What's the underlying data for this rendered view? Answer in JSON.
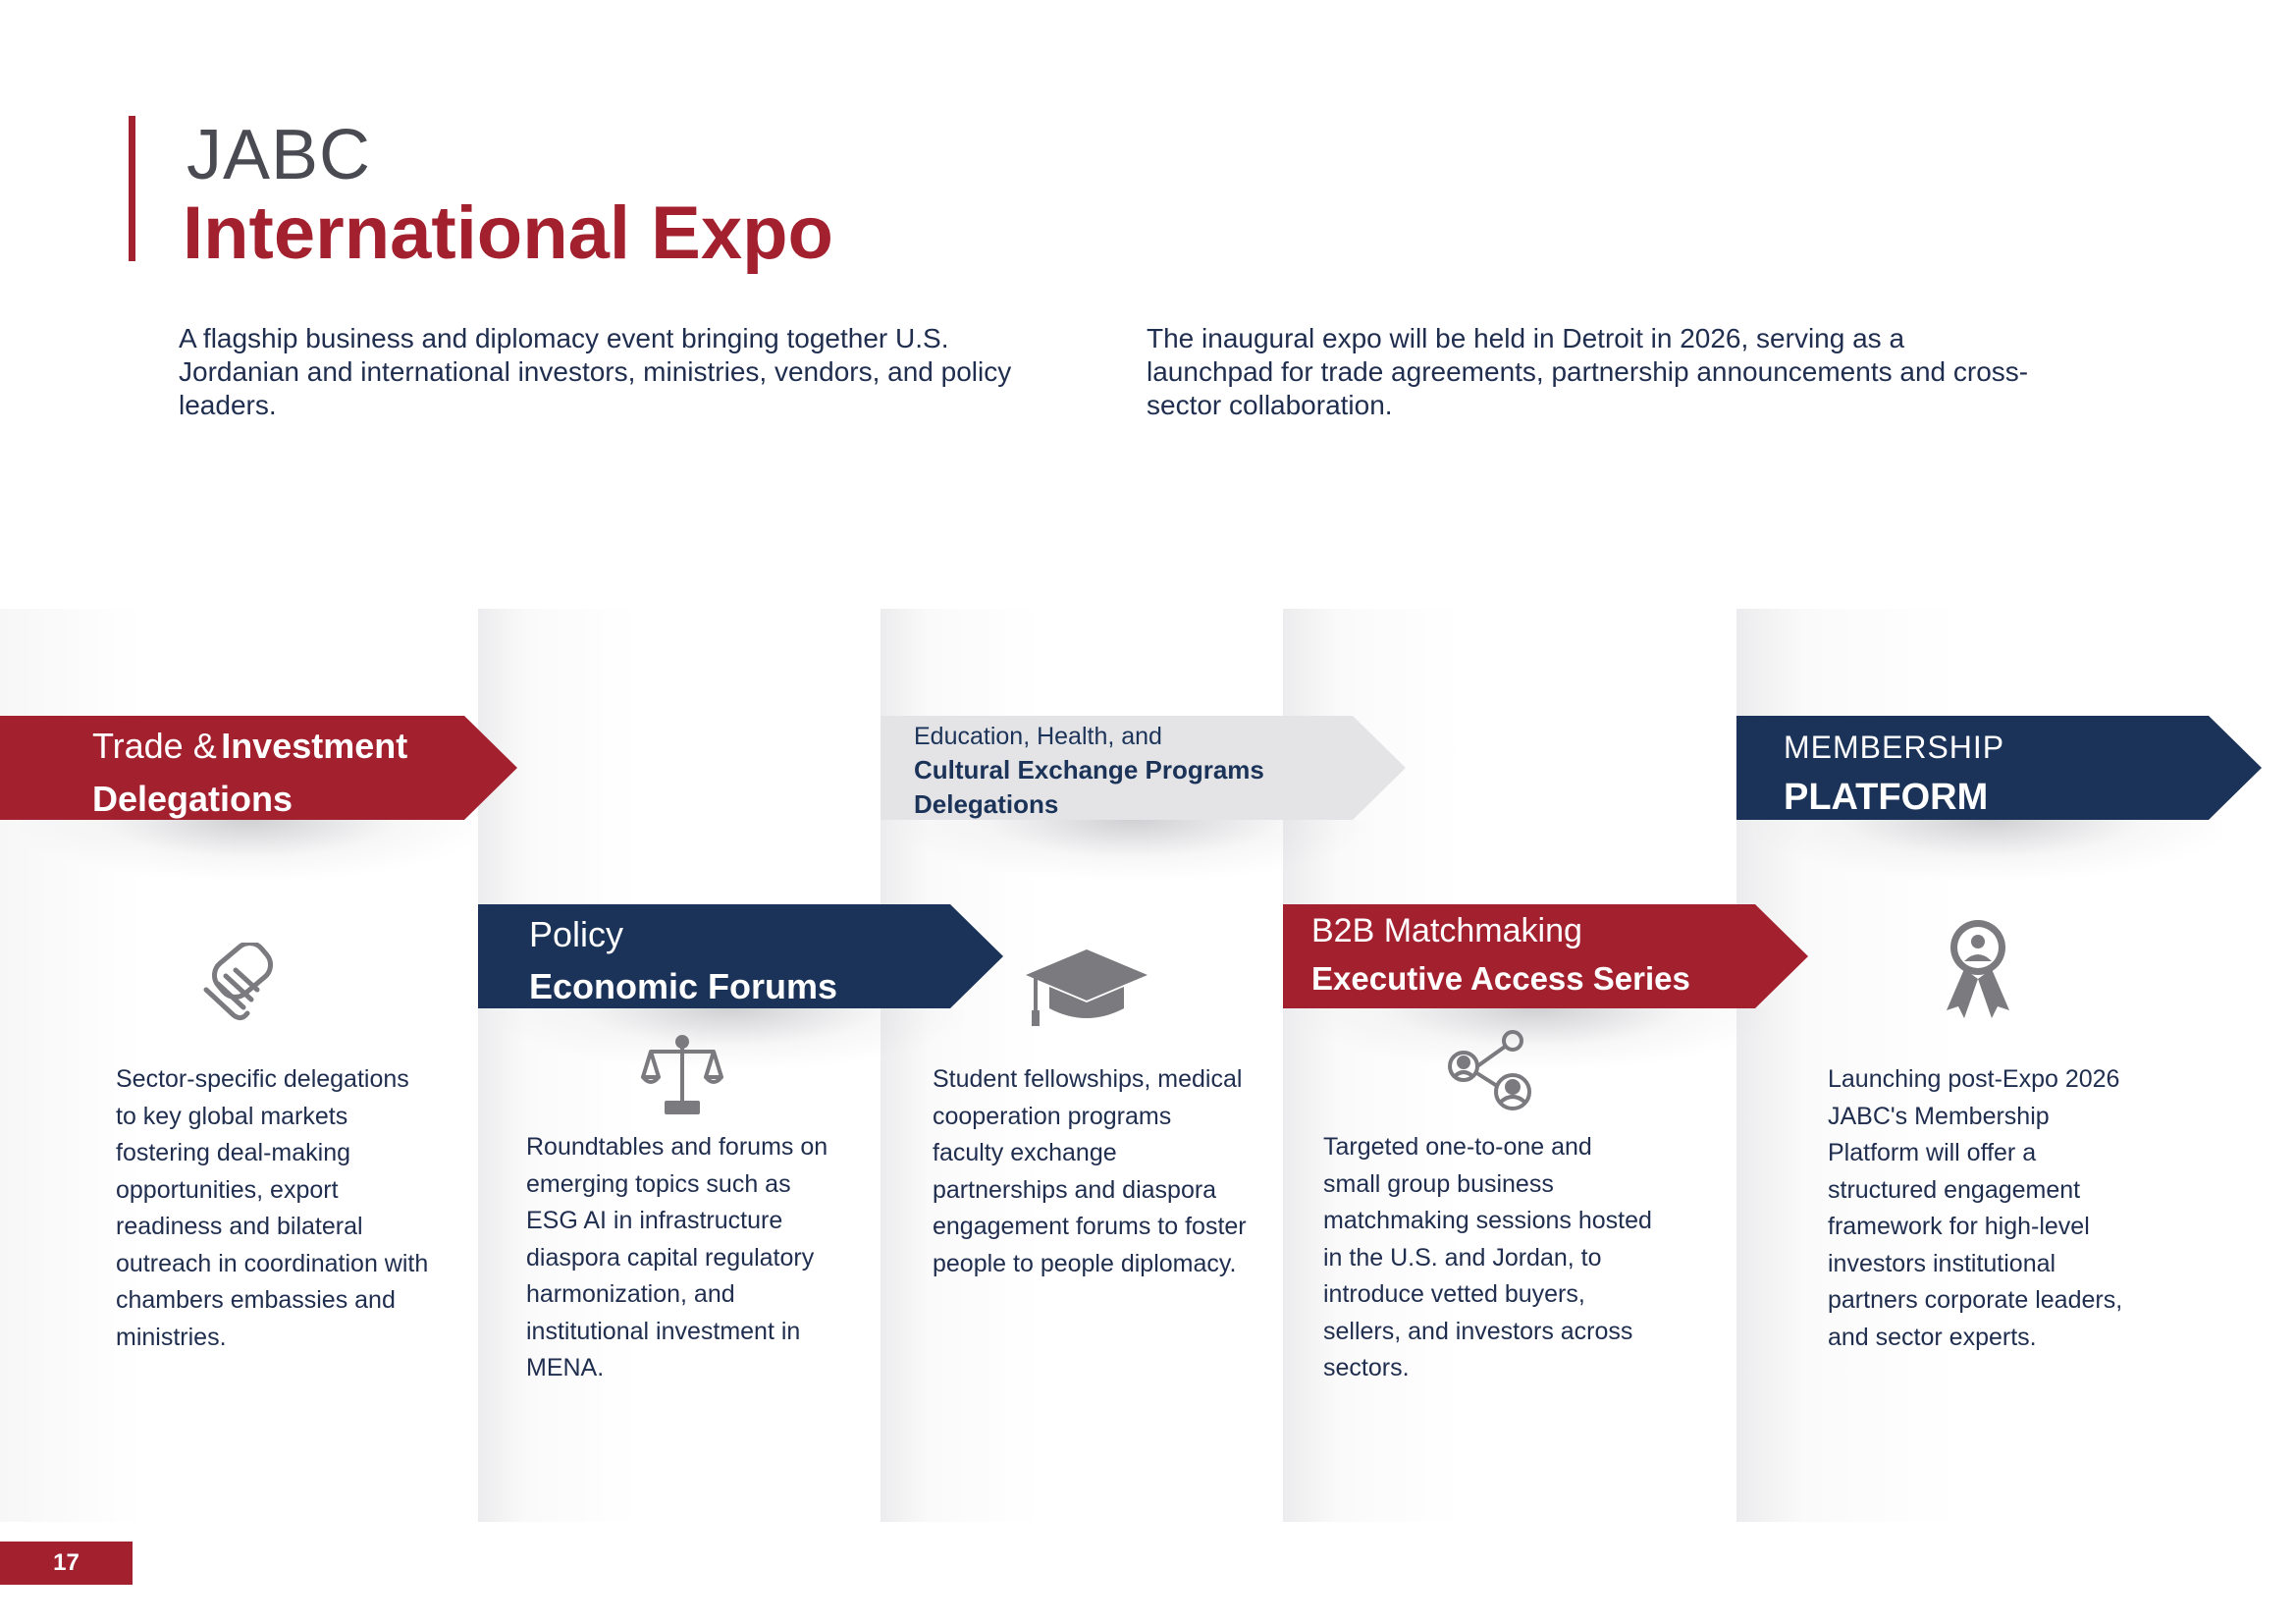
{
  "header": {
    "title_top": "JABC",
    "title_main": "International Expo",
    "intro_left": "A flagship business and diplomacy event bringing together U.S. Jordanian and international investors, ministries, vendors, and policy leaders.",
    "intro_right": "The inaugural expo will be held in Detroit in 2026, serving as a launchpad for trade agreements, partnership announcements and cross-sector collaboration."
  },
  "colors": {
    "red": "#a3212f",
    "navy": "#1b3358",
    "gray_ribbon": "#e4e4e6",
    "icon_gray": "#7a7a7f"
  },
  "pillars": [
    {
      "label_light": "Trade &",
      "label_bold_1": "Investment",
      "label_bold_2": "Delegations",
      "icon": "handshake-icon",
      "description": "Sector-specific delegations to key global markets fostering deal-making opportunities, export readiness and bilateral outreach in coordination with chambers embassies and ministries."
    },
    {
      "label_light": "Policy",
      "label_bold": "Economic Forums",
      "icon": "scales-icon",
      "description": "Roundtables and forums on emerging topics such as ESG AI in infrastructure diaspora capital regulatory harmonization, and institutional investment in MENA."
    },
    {
      "label_light": "Education, Health, and",
      "label_bold_1": "Cultural Exchange Programs",
      "label_bold_2": "Delegations",
      "icon": "graduation-cap-icon",
      "description": "Student fellowships, medical cooperation programs faculty exchange partnerships and diaspora engagement forums to foster people to people diplomacy."
    },
    {
      "label_light": "B2B Matchmaking",
      "label_bold": "Executive Access Series",
      "icon": "network-people-icon",
      "description": "Targeted one-to-one and small group business matchmaking sessions hosted in the U.S. and Jordan, to introduce vetted buyers, sellers, and investors across sectors."
    },
    {
      "label_light": "MEMBERSHIP",
      "label_bold": "PLATFORM",
      "icon": "award-ribbon-icon",
      "description": "Launching post-Expo 2026 JABC's Membership Platform will offer a structured engagement framework for high-level investors institutional partners corporate leaders, and sector experts."
    }
  ],
  "page_number": "17"
}
